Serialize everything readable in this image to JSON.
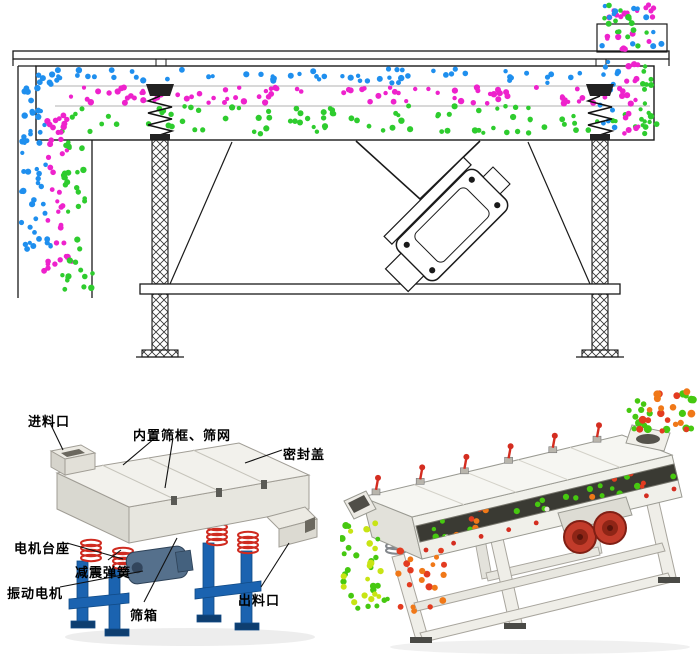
{
  "page": {
    "background": "#ffffff"
  },
  "schematic": {
    "description": "linear vibrating screen side-view schematic with particle flow",
    "particle_colors": {
      "blue": "#1f8fee",
      "magenta": "#ee22cc",
      "green": "#2ecc2e"
    }
  },
  "illustration": {
    "labels": {
      "feed_inlet": "进料口",
      "inner_screen": "内置筛框、筛网",
      "seal_cover": "密封盖",
      "motor_base": "电机台座",
      "damper_spring": "减震弹簧",
      "vibration_motor": "振动电机",
      "screen_box": "筛箱",
      "discharge_outlet": "出料口"
    },
    "frame_color": "#1b63b0",
    "spring_color": "#cf2b20"
  },
  "render": {
    "particle_colors": {
      "green": "#46c810",
      "red": "#e33b20",
      "orange": "#f07818",
      "yellow": "#c8e414",
      "light": "#e8e6da",
      "dark": "#2e2c28"
    },
    "clamp_color": "#d42d20"
  }
}
